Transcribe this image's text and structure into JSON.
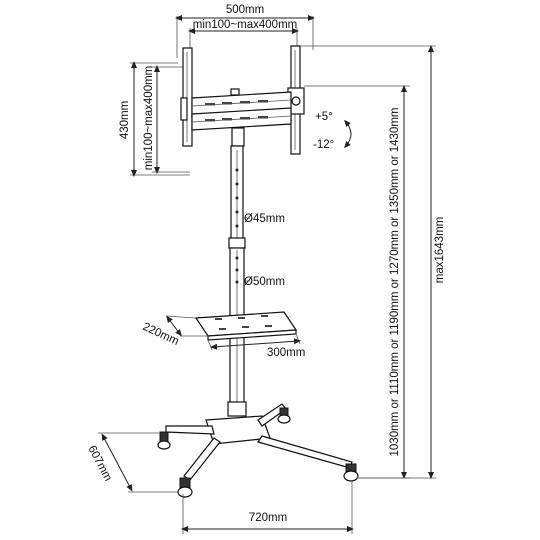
{
  "dimensions": {
    "top_width": "500mm",
    "vesa_width": "min100~max400mm",
    "left_height": "430mm",
    "vesa_height": "min100~max400mm",
    "tilt_up": "+5°",
    "tilt_down": "-12°",
    "upper_pole": "Ø45mm",
    "lower_pole": "Ø50mm",
    "shelf_depth": "220mm",
    "shelf_width": "300mm",
    "base_depth": "607mm",
    "base_width": "720mm",
    "height_options": "1030mm or 1110mm or 1190mm or 1270mm or 1350mm or 1430mm",
    "max_height": "max1643mm"
  }
}
